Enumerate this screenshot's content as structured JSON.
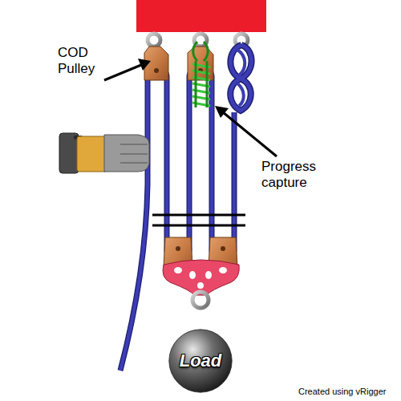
{
  "diagram": {
    "nodes": [
      {
        "text": [
          "Load"
        ]
      }
    ],
    "labels": [
      "COD Pulley",
      "Progress capture",
      "Created using vRigger"
    ]
  }
}
